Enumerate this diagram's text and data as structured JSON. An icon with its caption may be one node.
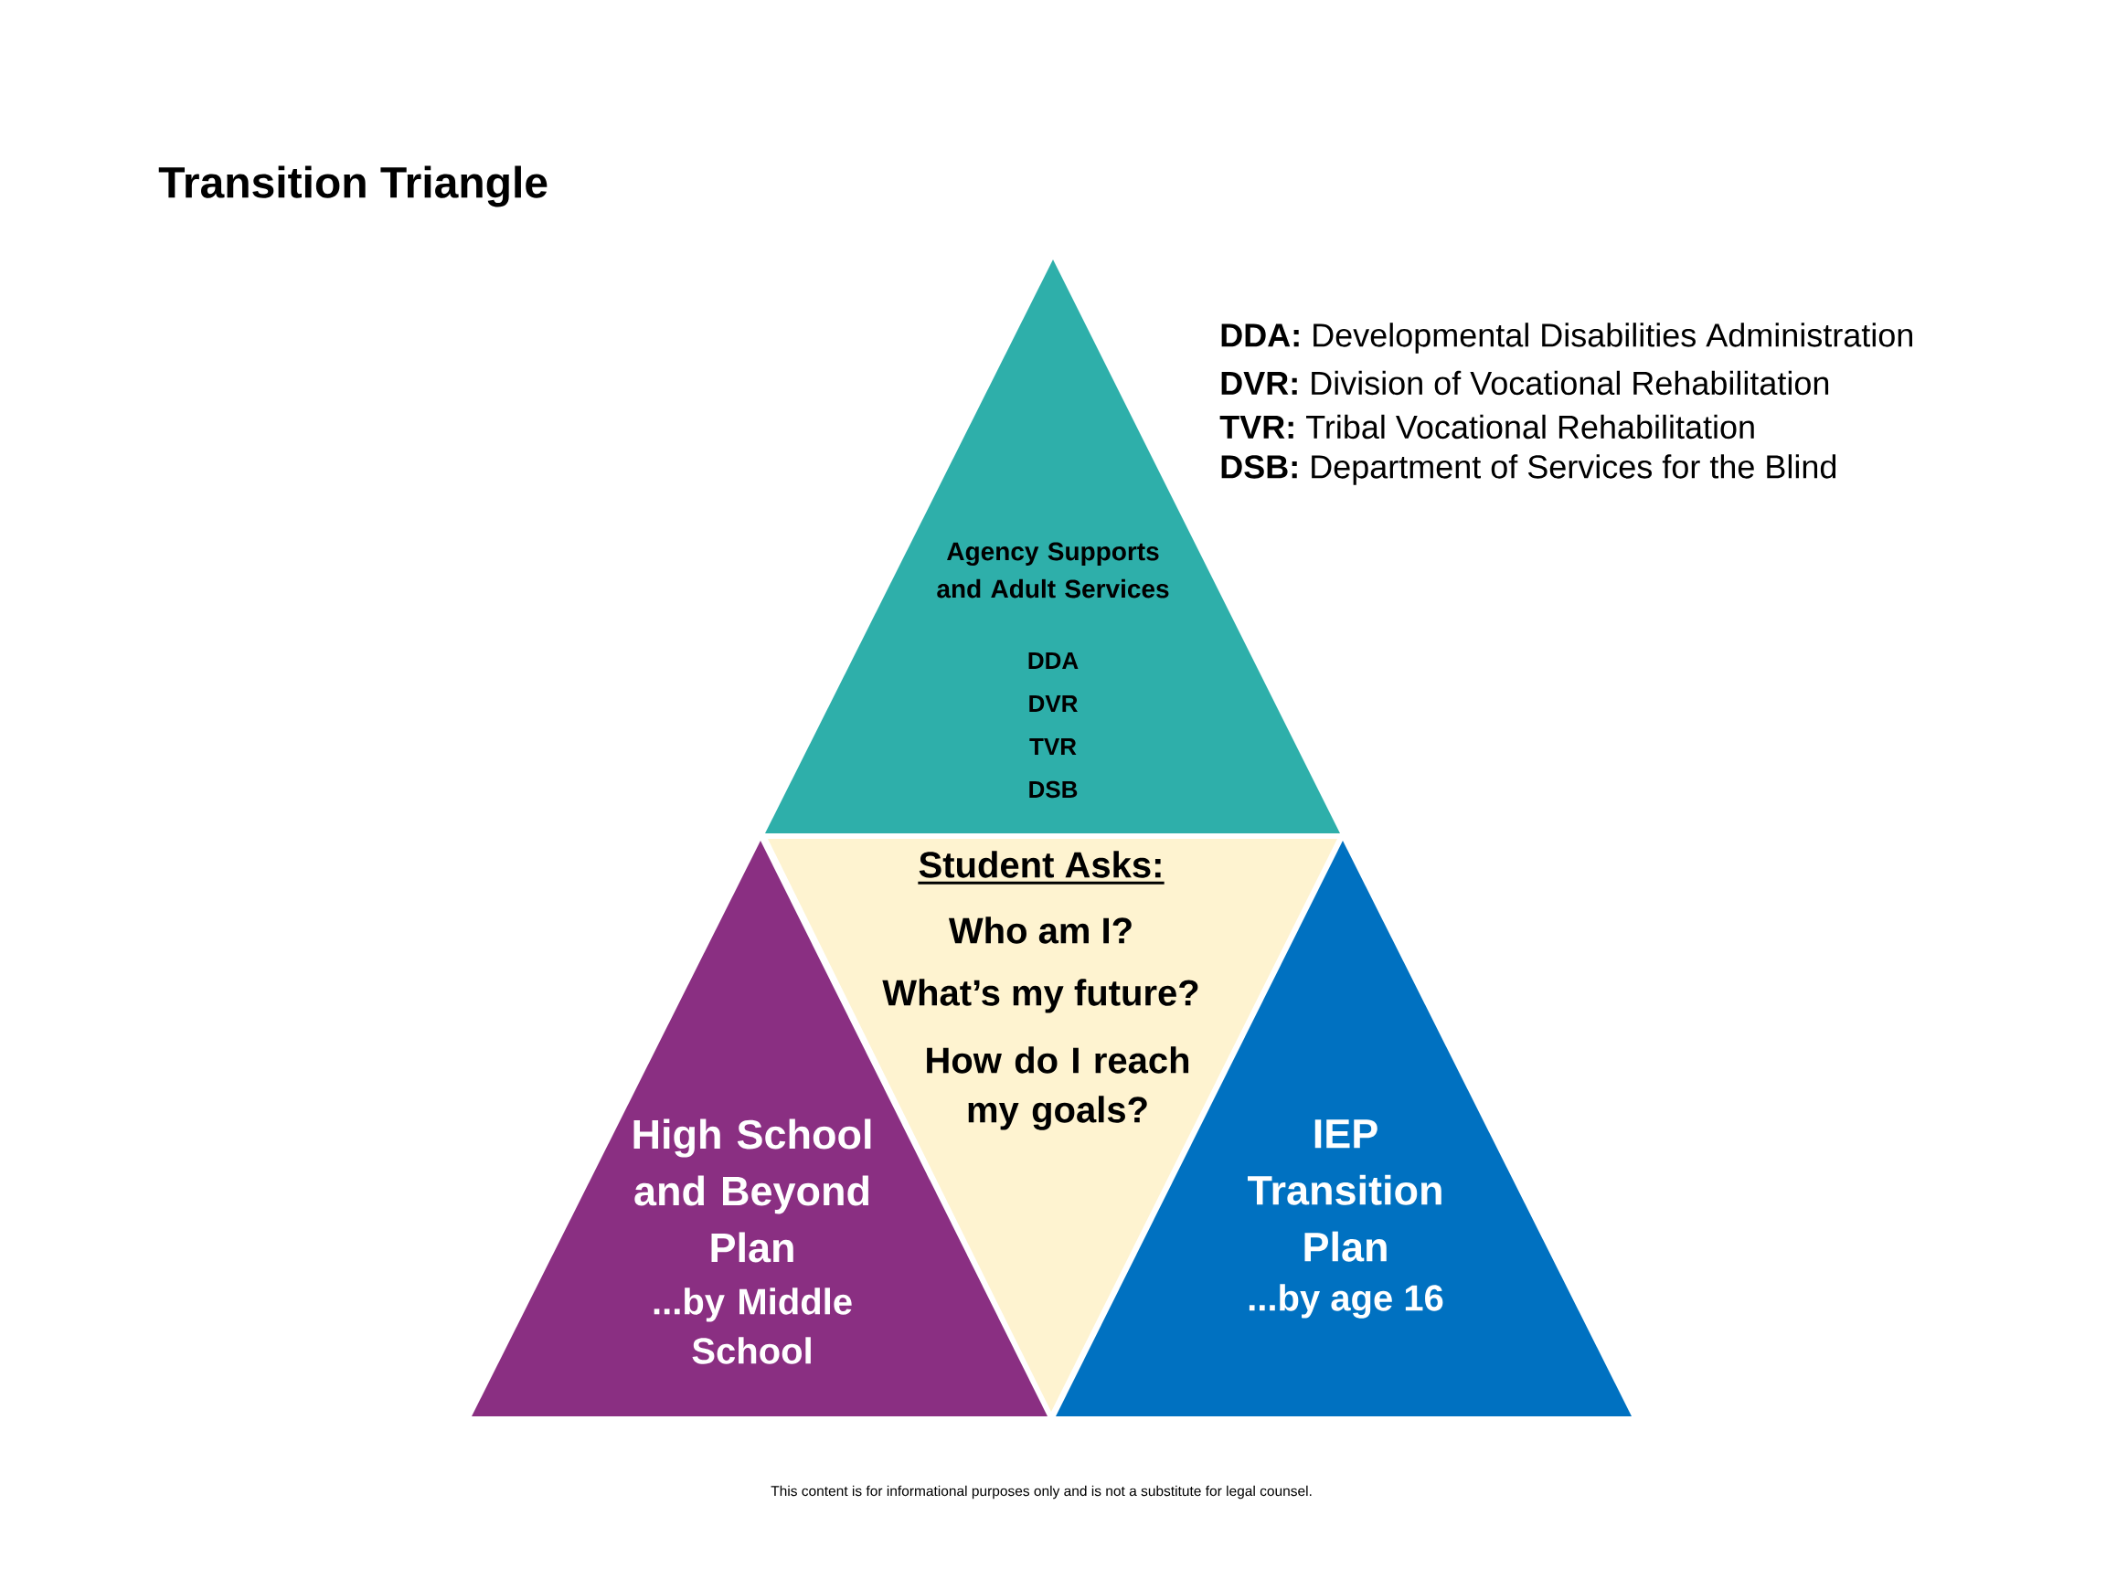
{
  "diagram": {
    "title": "Transition Triangle",
    "nodes": [
      {
        "text": [
          "Agency Supports and Adult Services",
          "DDA",
          "DVR",
          "TVR",
          "DSB"
        ]
      },
      {
        "text": [
          "Student Asks:",
          "Who am I?",
          "What’s my future?",
          "How do I reach my goals?"
        ]
      },
      {
        "text": [
          "High School and Beyond Plan",
          "...by Middle School"
        ]
      },
      {
        "text": [
          "IEP Transition Plan",
          "...by age 16"
        ]
      }
    ],
    "labels": [
      "**DDA:** Developmental Disabilities Administration",
      "**DVR:** Division of Vocational Rehabilitation",
      "**TVR:** Tribal Vocational Rehabilitation",
      "**DSB:** Department of Services for the Blind",
      "This content is for informational purposes only and is not a substitute for legal counsel."
    ]
  }
}
